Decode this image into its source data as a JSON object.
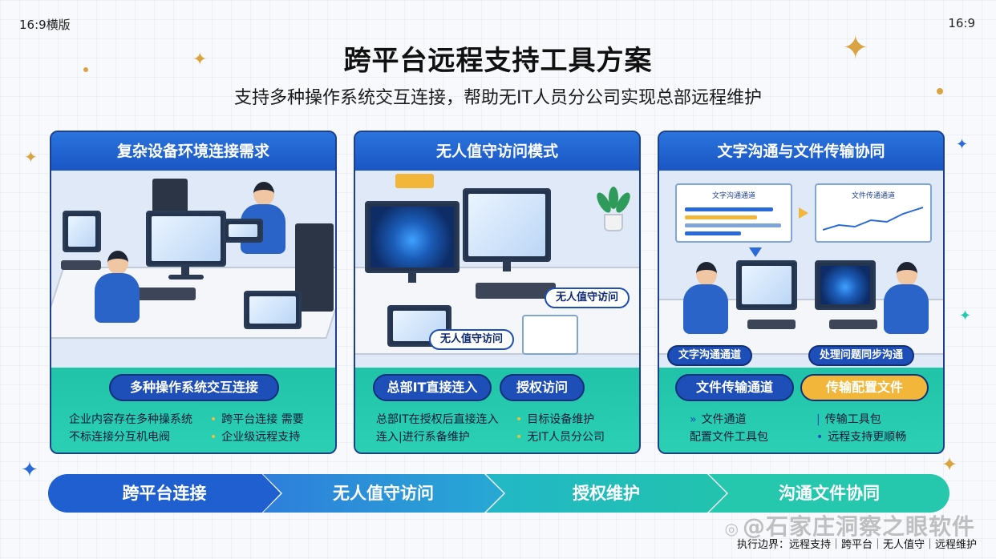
{
  "corner_left": "16:9横版",
  "corner_right": "16:9",
  "title": "跨平台远程支持工具方案",
  "subtitle": "支持多种操作系统交互连接，帮助无IT人员分公司实现总部远程维护",
  "panels": [
    {
      "heading": "复杂设备环境连接需求",
      "pills": [
        "多种操作系统交互连接"
      ],
      "bullets": [
        [
          "企业内容存在多种操系统",
          "跨平台连接 需要"
        ],
        [
          "不标连接分互机电阀",
          "企业级远程支持"
        ]
      ]
    },
    {
      "heading": "无人值守访问模式",
      "scene_tags": [
        "无人值守访问",
        "无人值守访问"
      ],
      "pills": [
        "总部IT直接连入",
        "授权访问"
      ],
      "bullets": [
        [
          "总部IT在授权后直接连入",
          "目标设备维护"
        ],
        [
          "连入|进行系备维护",
          "无IT人员分公司"
        ]
      ]
    },
    {
      "heading": "文字沟通与文件传输协同",
      "scene_cards": [
        "文字沟通通道",
        "文件传通通道"
      ],
      "scene_tags": [
        "文字沟通通道",
        "处理问题同步沟通"
      ],
      "pills": [
        "文件传输通道",
        "传输配置文件"
      ],
      "bullets": [
        [
          "文件通道",
          "传输工具包"
        ],
        [
          "配置文件工具包",
          "远程支持更顺畅"
        ]
      ]
    }
  ],
  "flow": [
    "跨平台连接",
    "无人值守访问",
    "授权维护",
    "沟通文件协同"
  ],
  "watermark": "@石家庄洞察之眼软件",
  "footer": "执行边界：远程支持｜跨平台｜无人值守｜远程维护",
  "colors": {
    "primary_blue": "#1e4fb8",
    "teal": "#21c3a8",
    "gold": "#d9a441",
    "orange": "#f2b63a"
  }
}
